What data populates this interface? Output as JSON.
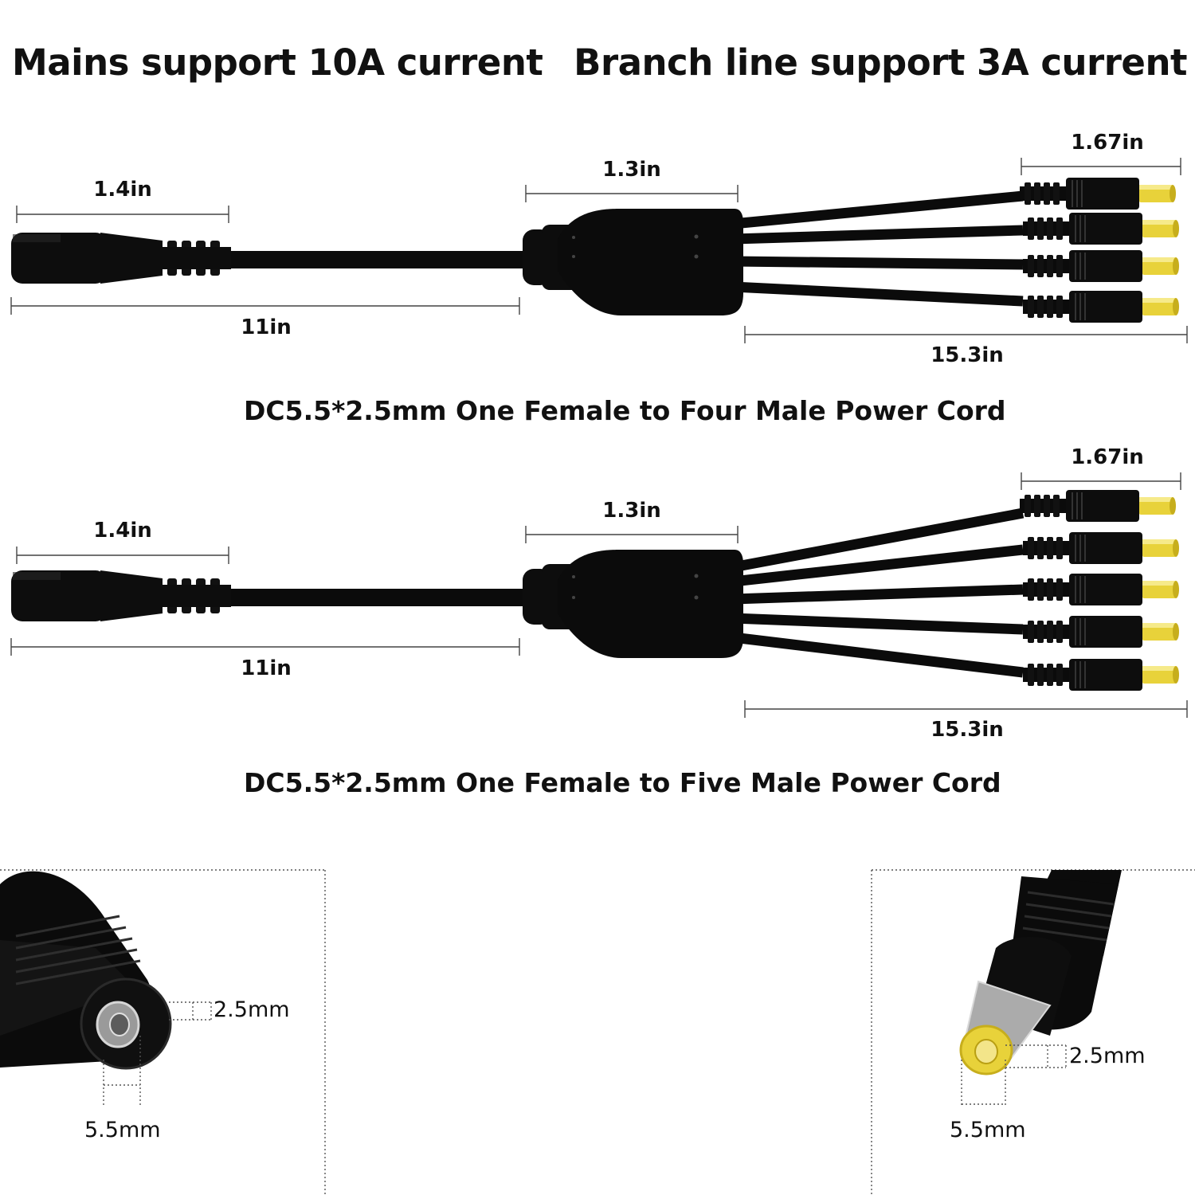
{
  "headers": {
    "left": "Mains support 10A current",
    "right": "Branch line support 3A current"
  },
  "cords": [
    {
      "caption": "DC5.5*2.5mm One Female to Four Male Power Cord",
      "branch_count": 4,
      "dims": {
        "female_plug": "1.4in",
        "splitter": "1.3in",
        "male_plug": "1.67in",
        "main_cable": "11in",
        "branch_cable": "15.3in"
      }
    },
    {
      "caption": "DC5.5*2.5mm One Female to Five Male Power Cord",
      "branch_count": 5,
      "dims": {
        "female_plug": "1.4in",
        "splitter": "1.3in",
        "male_plug": "1.67in",
        "main_cable": "11in",
        "branch_cable": "15.3in"
      }
    }
  ],
  "details": {
    "female": {
      "inner": "2.5mm",
      "outer": "5.5mm"
    },
    "male": {
      "inner": "2.5mm",
      "outer": "5.5mm"
    }
  },
  "colors": {
    "cable": "#0b0b0b",
    "tip": "#e8d23a"
  }
}
